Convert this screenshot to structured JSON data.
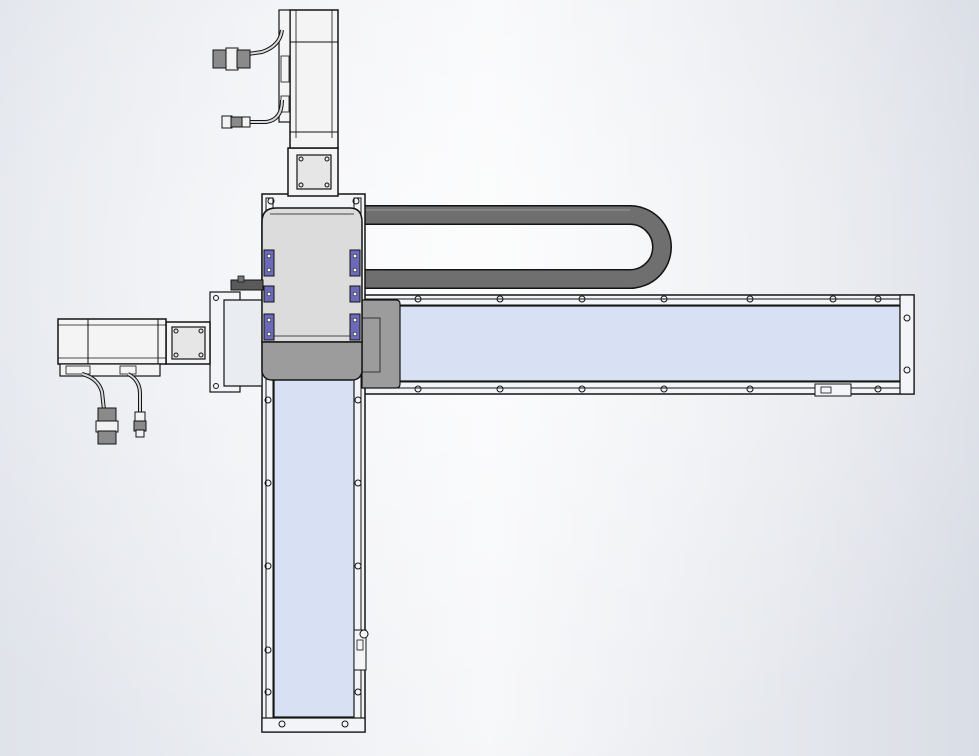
{
  "view": {
    "background_colors": {
      "left": "#dfe3ea",
      "center": "#f6f7f9",
      "right": "#d9dde5"
    },
    "colors": {
      "outline": "#141414",
      "rail_body": "#f2f4f7",
      "rail_cover": "#d7e1f3",
      "carriage_light": "#dcdcdc",
      "carriage_dark": "#9c9c9c",
      "cable_chain": "#6f6f6f",
      "bracket_block": "#6a6ab8",
      "motor_body": "#f4f4f4"
    },
    "components": [
      "vertical-axis-servo-motor",
      "horizontal-axis-servo-motor",
      "horizontal-linear-module",
      "vertical-linear-module",
      "slide-carriage",
      "drag-chain-cable-carrier",
      "motor-cable-connectors"
    ]
  }
}
